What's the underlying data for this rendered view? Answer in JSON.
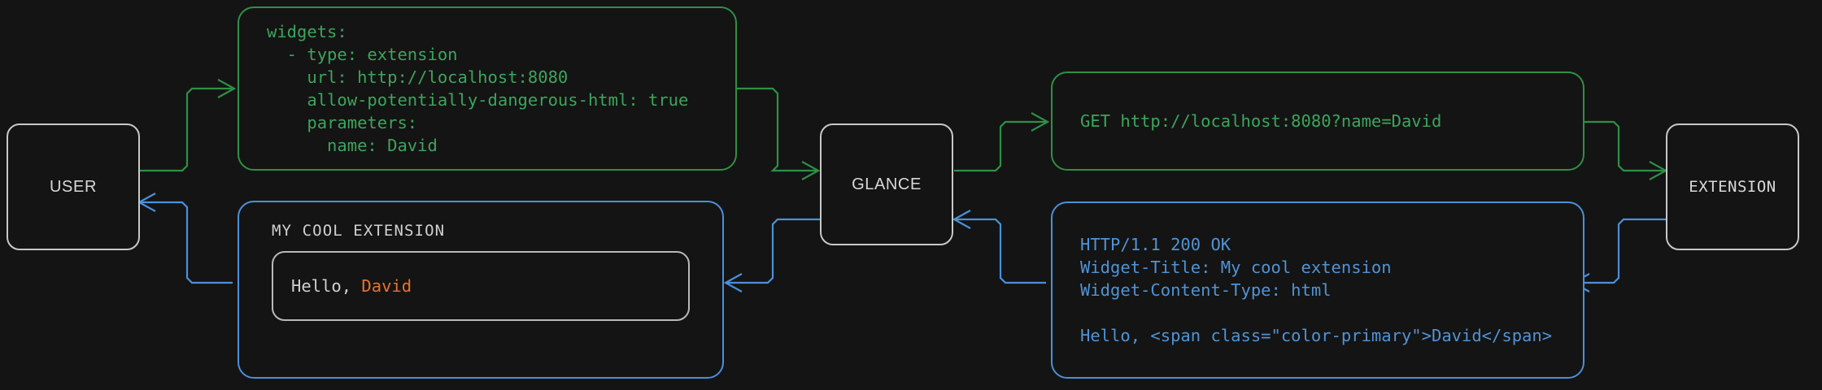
{
  "theme": {
    "background": "#141414",
    "node_border": "#c8c8c8",
    "node_text": "#d8d8d8",
    "request_green": "#3ba55c",
    "response_blue": "#5093d4",
    "accent_orange": "#e8732c",
    "widget_text": "#d0d0d0"
  },
  "nodes": {
    "user": {
      "label": "USER"
    },
    "glance": {
      "label": "GLANCE"
    },
    "extension": {
      "label": "EXTENSION"
    }
  },
  "config_box": {
    "lines": [
      "widgets:",
      "  - type: extension",
      "    url: http://localhost:8080",
      "    allow-potentially-dangerous-html: true",
      "    parameters:",
      "      name: David"
    ]
  },
  "request_box": {
    "lines": [
      "GET http://localhost:8080?name=David"
    ]
  },
  "response_box": {
    "lines": [
      "HTTP/1.1 200 OK",
      "Widget-Title: My cool extension",
      "Widget-Content-Type: html",
      "",
      "Hello, <span class=\"color-primary\">David</span>"
    ]
  },
  "widget_preview": {
    "title": "MY COOL EXTENSION",
    "greeting_prefix": "Hello, ",
    "greeting_name": "David"
  },
  "connectors": {
    "request_color": "#2f8f46",
    "response_color": "#4a90d9",
    "arrow_style": "open-chevron"
  }
}
